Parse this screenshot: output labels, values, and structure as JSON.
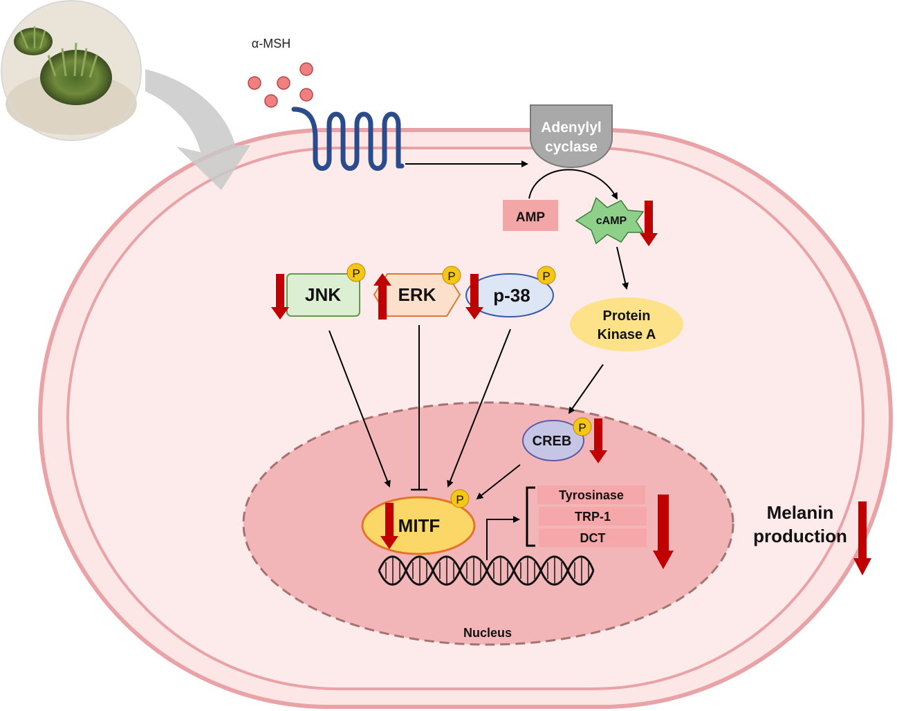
{
  "ligand": {
    "label": "α-MSH"
  },
  "enzyme": {
    "label_line1": "Adenylyl",
    "label_line2": "cyclase"
  },
  "substrate": {
    "label": "AMP"
  },
  "second_messenger": {
    "label": "cAMP"
  },
  "pka": {
    "label_line1": "Protein",
    "label_line2": "Kinase A"
  },
  "mapk": {
    "jnk": "JNK",
    "erk": "ERK",
    "p38": "p-38"
  },
  "phospho": {
    "label": "P"
  },
  "creb": {
    "label": "CREB"
  },
  "mitf": {
    "label": "MITF"
  },
  "target_genes": [
    "Tyrosinase",
    "TRP-1",
    "DCT"
  ],
  "nucleus": {
    "label": "Nucleus"
  },
  "outcome": {
    "label_line1": "Melanin",
    "label_line2": "production"
  },
  "colors": {
    "cell_fill": "#fde6e6",
    "cell_membrane": "#e9a3a7",
    "nucleus_fill": "#f3b6b8",
    "nucleus_border": "#a8706f",
    "receptor": "#2b4c8c",
    "ligand": "#f08080",
    "down_arrow": "#c00000",
    "phospho_fill": "#f5c518"
  }
}
